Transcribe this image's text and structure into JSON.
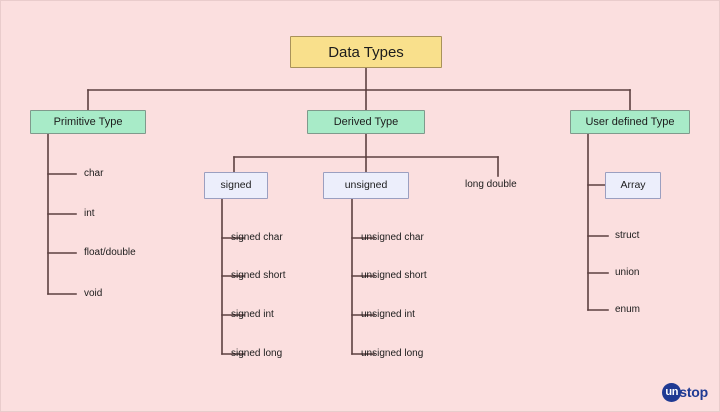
{
  "diagram": {
    "title": "Data Types",
    "background_color": "#fbdfdf",
    "root": {
      "label": "Data Types",
      "color": "#f9e08c"
    },
    "categories": [
      {
        "label": "Primitive Type",
        "color": "#a8ebc8"
      },
      {
        "label": "Derived Type",
        "color": "#a8ebc8"
      },
      {
        "label": "User defined Type",
        "color": "#a8ebc8"
      }
    ],
    "primitive_leaves": [
      {
        "label": "char"
      },
      {
        "label": "int"
      },
      {
        "label": "float/double"
      },
      {
        "label": "void"
      }
    ],
    "derived_children": [
      {
        "label": "signed",
        "kind": "box",
        "color": "#eceefb"
      },
      {
        "label": "unsigned",
        "kind": "box",
        "color": "#eceefb"
      },
      {
        "label": "long double",
        "kind": "text"
      }
    ],
    "signed_leaves": [
      {
        "label": "signed char"
      },
      {
        "label": "signed short"
      },
      {
        "label": "signed int"
      },
      {
        "label": "signed long"
      }
    ],
    "unsigned_leaves": [
      {
        "label": "unsigned char"
      },
      {
        "label": "unsigned short"
      },
      {
        "label": "unsigned int"
      },
      {
        "label": "unsigned long"
      }
    ],
    "user_defined_children": [
      {
        "label": "Array",
        "kind": "box",
        "color": "#eceefb"
      },
      {
        "label": "struct",
        "kind": "text"
      },
      {
        "label": "union",
        "kind": "text"
      },
      {
        "label": "enum",
        "kind": "text"
      }
    ],
    "connector_color": "#5c4040"
  },
  "logo": {
    "mark_text": "un",
    "word_text": "stop",
    "color": "#1f3a93"
  }
}
